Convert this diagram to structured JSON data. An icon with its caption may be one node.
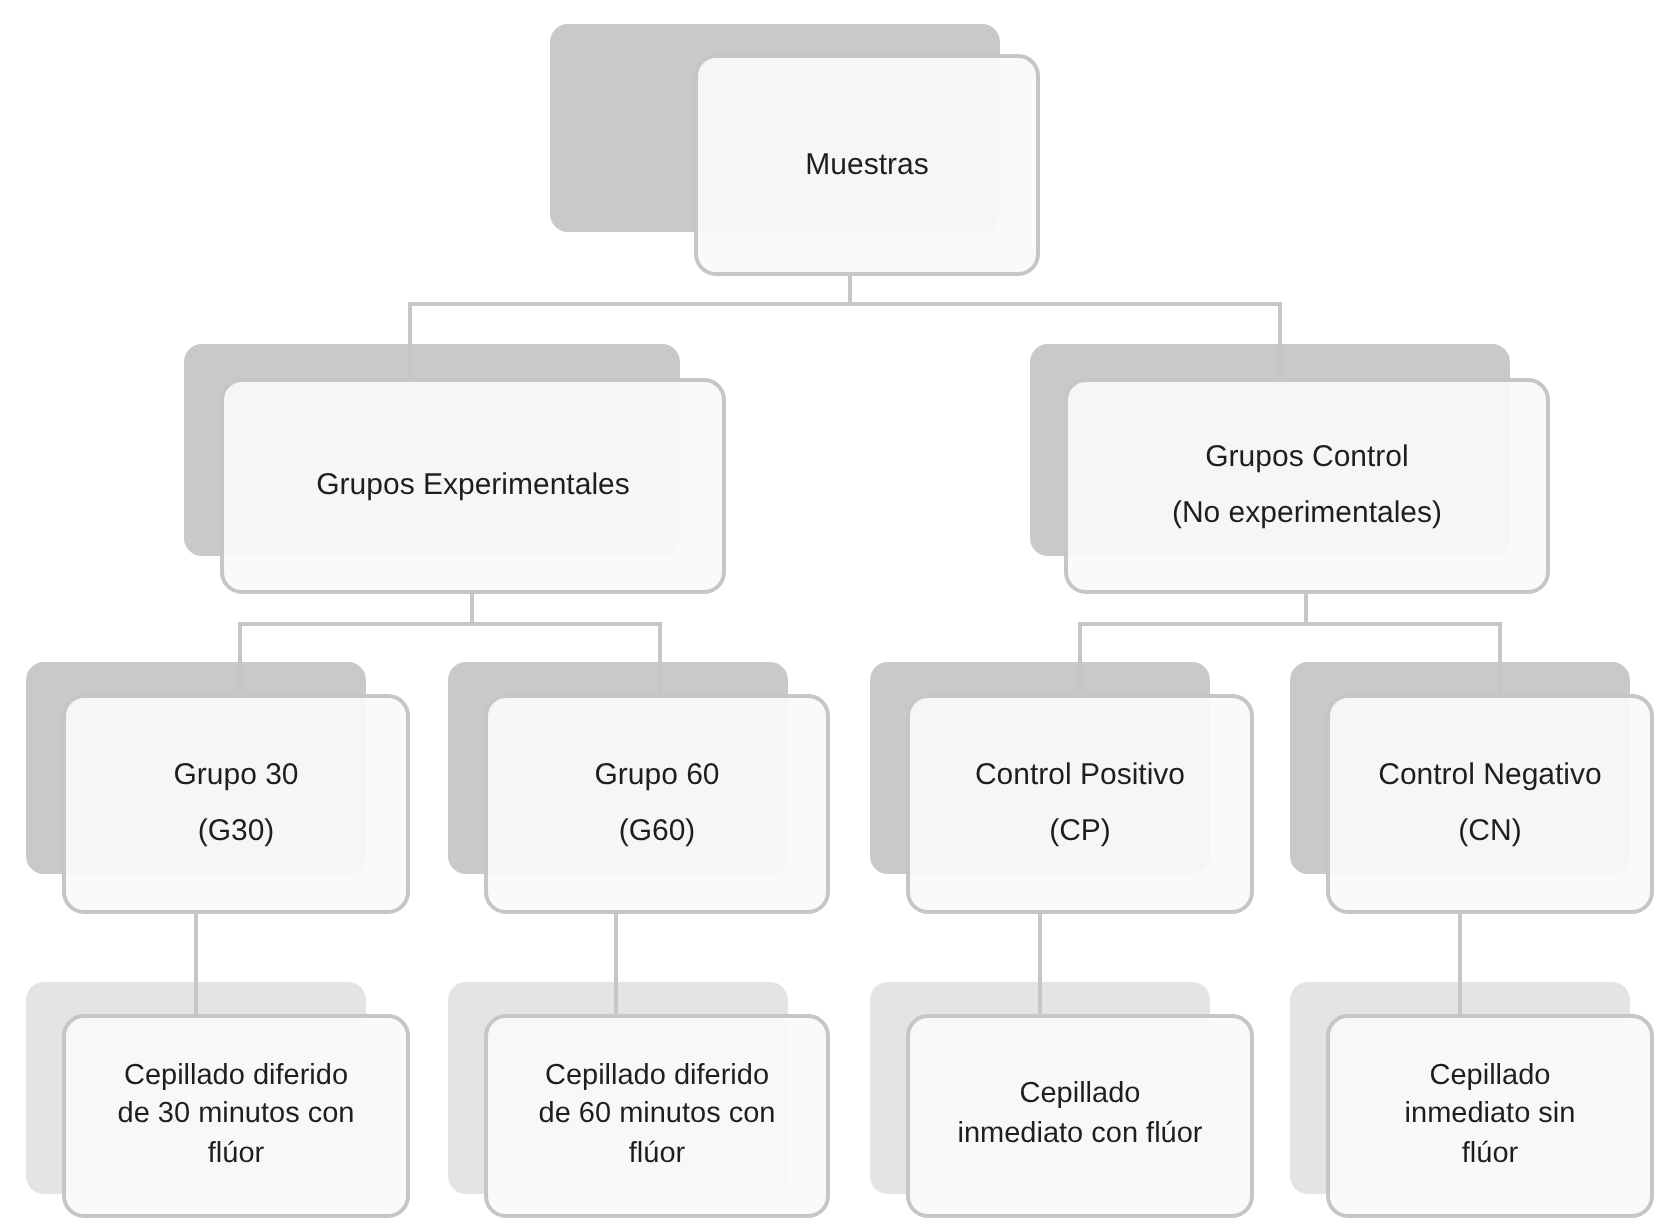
{
  "diagram": {
    "nodes": [
      {
        "text": [
          "Muestras"
        ]
      },
      {
        "text": [
          "Grupos Experimentales"
        ]
      },
      {
        "text": [
          "Grupos Control",
          "(No experimentales)"
        ]
      },
      {
        "text": [
          "Grupo 30",
          "(G30)"
        ]
      },
      {
        "text": [
          "Grupo 60",
          "(G60)"
        ]
      },
      {
        "text": [
          "Control Positivo",
          "(CP)"
        ]
      },
      {
        "text": [
          "Control Negativo",
          "(CN)"
        ]
      },
      {
        "text": [
          "Cepillado diferido de 30 minutos con flúor"
        ]
      },
      {
        "text": [
          "Cepillado diferido de 60 minutos con flúor"
        ]
      },
      {
        "text": [
          "Cepillado inmediato con flúor"
        ]
      },
      {
        "text": [
          "Cepillado inmediato sin flúor"
        ]
      }
    ],
    "edges": [
      {
        "from": 0,
        "to": 1,
        "arrow": "none"
      },
      {
        "from": 0,
        "to": 2,
        "arrow": "none"
      },
      {
        "from": 1,
        "to": 3,
        "arrow": "none"
      },
      {
        "from": 1,
        "to": 4,
        "arrow": "none"
      },
      {
        "from": 2,
        "to": 5,
        "arrow": "none"
      },
      {
        "from": 2,
        "to": 6,
        "arrow": "none"
      },
      {
        "from": 3,
        "to": 7,
        "arrow": "none"
      },
      {
        "from": 4,
        "to": 8,
        "arrow": "none"
      },
      {
        "from": 5,
        "to": 9,
        "arrow": "none"
      },
      {
        "from": 6,
        "to": 10,
        "arrow": "none"
      }
    ]
  }
}
